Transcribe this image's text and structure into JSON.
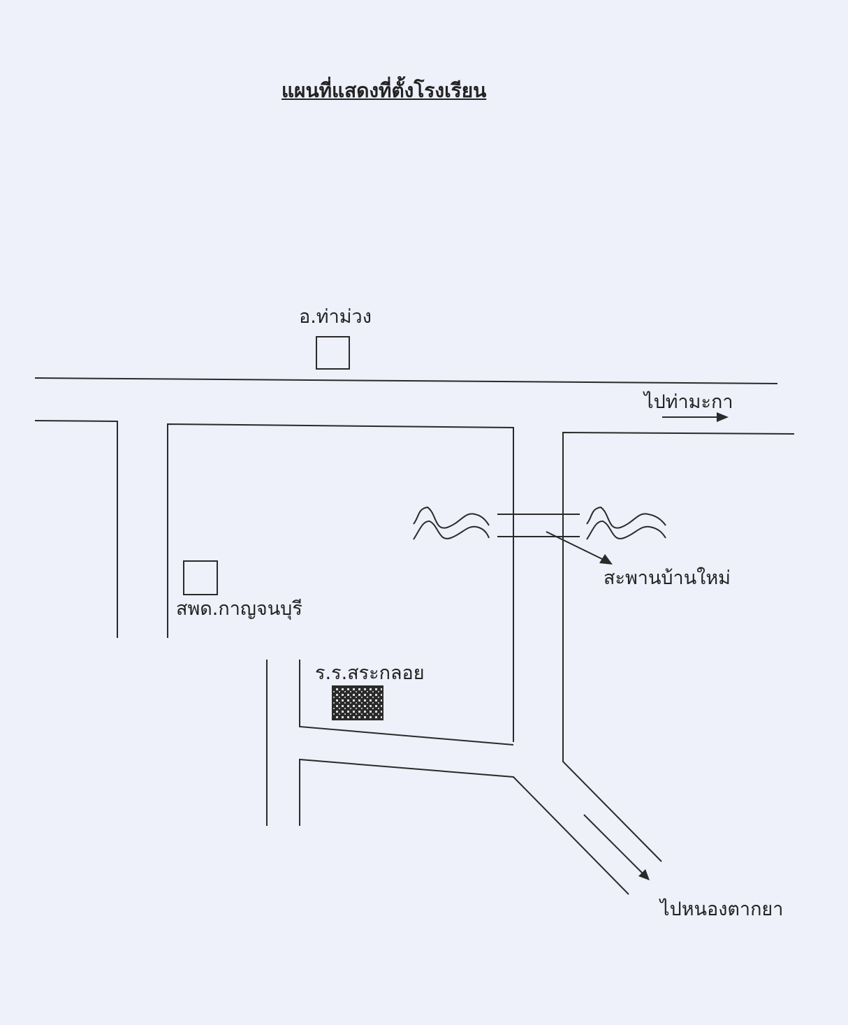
{
  "title": "แผนที่แสดงที่ตั้งโรงเรียน",
  "labels": {
    "district_office": "อ.ท่าม่วง",
    "to_tha_maka": "ไปท่ามะกา",
    "bridge": "สะพานบ้านใหม่",
    "education_office": "สพด.กาญจนบุรี",
    "school": "ร.ร.สระกลอย",
    "to_nong_tak_ya": "ไปหนองตากยา"
  },
  "colors": {
    "background": "#eef0fa",
    "ink": "#2a2a2a"
  }
}
